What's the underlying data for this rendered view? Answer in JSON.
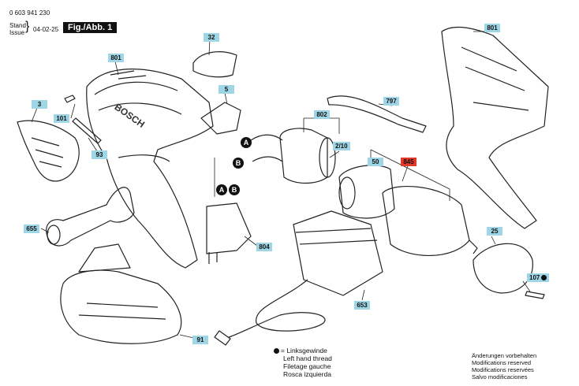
{
  "header": {
    "doc_number": "0 603 941 230",
    "stand_label": "Stand",
    "issue_label": "Issue",
    "date": "04-02-25",
    "figure_label": "Fig./Abb. 1"
  },
  "parts": {
    "p801a": "801",
    "p32": "32",
    "p801b": "801",
    "p5": "5",
    "p3": "3",
    "p101": "101",
    "p93": "93",
    "p797": "797",
    "p802": "802",
    "p2_10": "2/10",
    "p50": "50",
    "p845": "845",
    "p655": "655",
    "p804": "804",
    "p25": "25",
    "p107": "107",
    "p653": "653",
    "p91": "91"
  },
  "connectors": {
    "a": "A",
    "b": "B",
    "a2": "A",
    "b2": "B"
  },
  "brand": "BOSCH",
  "legend": {
    "symbol_meaning": "= Linksgewinde",
    "line2": "Left hand thread",
    "line3": "Filetage gauche",
    "line4": "Rosca izquierda"
  },
  "notes": {
    "line1": "Änderungen vorbehalten",
    "line2": "Modifications reserved",
    "line3": "Modifications reservées",
    "line4": "Salvo modificaciones"
  },
  "colors": {
    "label_bg": "#9fd6e6",
    "highlight": "#e23a2a"
  }
}
